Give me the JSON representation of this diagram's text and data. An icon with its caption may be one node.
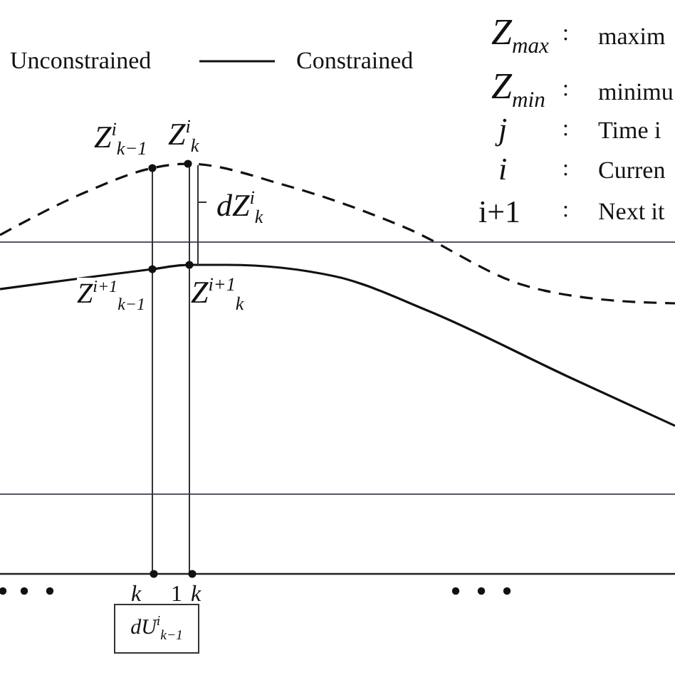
{
  "diagram": {
    "nodes": [
      {
        "text": [
          "dU$^{i}$$_{k−1}$"
        ]
      }
    ],
    "edges": [],
    "labels": [
      "Z$_{max}$",
      ":",
      "maxim",
      "Z$_{min}$",
      ":",
      "minimu",
      "j",
      ":",
      "Time i",
      "i",
      ":",
      "Curren",
      "i+1",
      ":",
      "Next it",
      "Z$^{i}$$_{k−1}$",
      "Z$^{i}$$_{k}$",
      "dZ$^{i}$$_{k}$",
      "Z$^{i+1}$$_{k−1}$",
      "Z$^{i+1}$$_{k}$",
      "k",
      "1",
      "k"
    ],
    "legend": [
      {
        "text": "Unconstrained"
      },
      {
        "text": "Constrained"
      }
    ]
  }
}
